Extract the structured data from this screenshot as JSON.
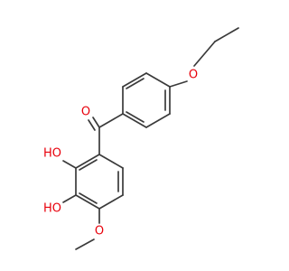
{
  "molecule": {
    "atom_color": "#e8000b",
    "bond_color": "#3a3a3a",
    "labels": {
      "carbonyl_o": "O",
      "ethoxy_o": "O",
      "hydroxy_2": "HO",
      "hydroxy_3": "HO",
      "methoxy_o": "O"
    }
  }
}
